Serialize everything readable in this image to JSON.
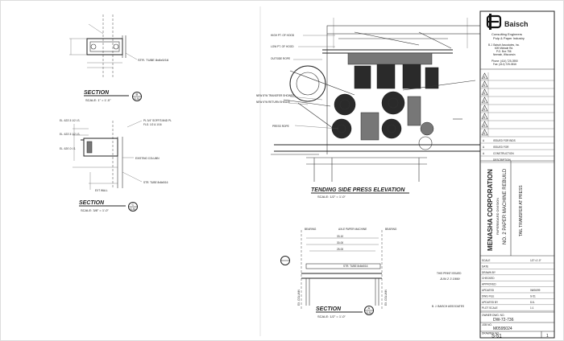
{
  "firm": {
    "name": "Baisch",
    "tagline1": "Consulting Engineers",
    "tagline2": "Pulp & Paper Industry",
    "address1": "B.J. Baisch Associates, Inc.",
    "address2": "609 Midvale Rd.",
    "address3": "P.O. Box 756",
    "address4": "Neenah, Wisconsin",
    "phone": "Phone: (414) 725-3950",
    "fax": "Fax: (414) 725-3816"
  },
  "revisions": {
    "letters": [
      "A",
      "A",
      "A",
      "A",
      "A",
      "A",
      "A",
      "A"
    ],
    "notes": [
      {
        "mark": "A",
        "text": "ISSUED FOR BIDS"
      },
      {
        "mark": "A",
        "text": "ISSUED FOR"
      },
      {
        "mark": "A",
        "text": "CONSTRUCTION"
      },
      {
        "mark": "",
        "text": "DESCRIPTION"
      }
    ]
  },
  "title": {
    "client": "MENASHA CORPORATION",
    "division": "PAPERBOARD DIVISION",
    "project": "NO. 2 PAPER MACHINE REBUILD",
    "sheet_title": "TAIL TRANSFER AT PRESS"
  },
  "info_rows": [
    {
      "label": "SCALE",
      "value": "1/2\"=1'-0\""
    },
    {
      "label": "DATE",
      "value": ""
    },
    {
      "label": "DRAWN BY",
      "value": ""
    },
    {
      "label": "CHECKED",
      "value": ""
    },
    {
      "label": "APPROVED",
      "value": ""
    },
    {
      "label": "UPDATED",
      "value": "06/06/99"
    },
    {
      "label": "DWG FILE",
      "value": "S-51"
    },
    {
      "label": "UPDATED BY",
      "value": "DJL"
    },
    {
      "label": "PLOT SCALE",
      "value": "1:1"
    }
  ],
  "owner_dwg_label": "OWNER DWG. NO.",
  "owner_dwg_no": "DW-72-736",
  "job_label": "JOB NO.",
  "job_no": "M0595024",
  "sheet_label": "DRAWING NO.",
  "sheet_no": "S-51",
  "sheet_rev": "1",
  "views": {
    "section_b": {
      "title": "SECTION",
      "scale": "SCALE: 1\" = 1'-0\"",
      "mark": "B",
      "sheet": "S-51"
    },
    "section_c": {
      "title": "SECTION",
      "scale": "SCALE: 3/8\" = 1'-0\"",
      "mark": "C",
      "sheet": "S-51"
    },
    "elevation": {
      "title": "TENDING SIDE PRESS ELEVATION",
      "scale": "SCALE: 1/2\" = 1'-0\""
    },
    "section_a": {
      "title": "SECTION",
      "scale": "SCALE: 1/2\" = 1'-0\"",
      "mark": "A",
      "sheet": "S-51"
    }
  },
  "callouts": {
    "b_tube": "STR. TUBE 8x8x5/16",
    "c_plate": "PL 3/4\" SOFFIT/AND PL",
    "c_plate2": "FLG. 1/2 & 1/16",
    "c_tube": "STR. TUBE 8x8x5/16",
    "c_existing": "EXISTING COLUMN",
    "c_wall": "EXT WALL",
    "c_el1": "EL. 623'-5 1/2 I.S.",
    "c_el2": "EL. 623'-5 1/2 I.S.",
    "c_el3": "EL. 620'-0 I.S.",
    "e_hood_high": "HIGH PT. OF HOOD",
    "e_hood_low": "LOW PT. OF HOOD",
    "e_outside": "OUTSIDE ROPE",
    "e_transfer": "NEW 8\"W TRANSFER SHOWER",
    "e_return": "NEW 6\"W RETURN SHEAVE",
    "e_press": "PRESS ROPE",
    "a_bearing_l": "BEARING",
    "a_bearing_r": "BEARING",
    "a_machine": "AXLE PAPER MACHINE",
    "a_tube": "STR. TUBE 8x8x5/16",
    "a_column_l": "EX. COLUMN",
    "a_column_r": "EX. COLUMN",
    "a_dim1": "33-10",
    "a_dim2": "30-00",
    "a_dim3": "25-00"
  },
  "stamp": {
    "line1": "THIS PRINT ISSUED",
    "line2": "JUN 2 3 1999",
    "line3": "B. J. BAISCH ASSOCIATES"
  }
}
